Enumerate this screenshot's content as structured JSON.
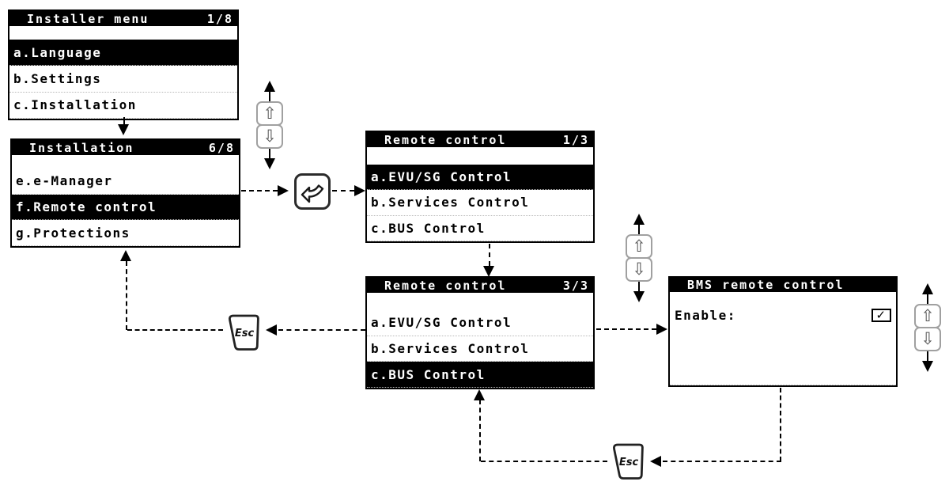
{
  "screens": {
    "installer_menu": {
      "title": "Installer menu",
      "page": "1/8",
      "items": [
        {
          "label": "a.Language",
          "selected": true
        },
        {
          "label": "b.Settings",
          "selected": false
        },
        {
          "label": "c.Installation",
          "selected": false
        }
      ]
    },
    "installation": {
      "title": "Installation",
      "page": "6/8",
      "items": [
        {
          "label": "e.e-Manager",
          "selected": false
        },
        {
          "label": "f.Remote control",
          "selected": true
        },
        {
          "label": "g.Protections",
          "selected": false
        }
      ]
    },
    "remote_control_p1": {
      "title": "Remote control",
      "page": "1/3",
      "items": [
        {
          "label": "a.EVU/SG Control",
          "selected": true
        },
        {
          "label": "b.Services Control",
          "selected": false
        },
        {
          "label": "c.BUS Control",
          "selected": false
        }
      ]
    },
    "remote_control_p3": {
      "title": "Remote control",
      "page": "3/3",
      "items": [
        {
          "label": "a.EVU/SG Control",
          "selected": false
        },
        {
          "label": "b.Services Control",
          "selected": false
        },
        {
          "label": "c.BUS Control",
          "selected": true
        }
      ]
    },
    "bms_remote_control": {
      "title": "BMS remote control",
      "field_label": "Enable:",
      "checkbox_checked": true,
      "checkbox_symbol": "✓"
    }
  },
  "buttons": {
    "esc_label": "Esc",
    "up_arrow_symbol": "⇧",
    "down_arrow_symbol": "⇩"
  },
  "colors": {
    "screen_bg": "#ffffff",
    "screen_border": "#000000",
    "header_bg": "#000000",
    "header_fg": "#ffffff",
    "key_border": "#a0a0a0",
    "connector": "#000000"
  }
}
